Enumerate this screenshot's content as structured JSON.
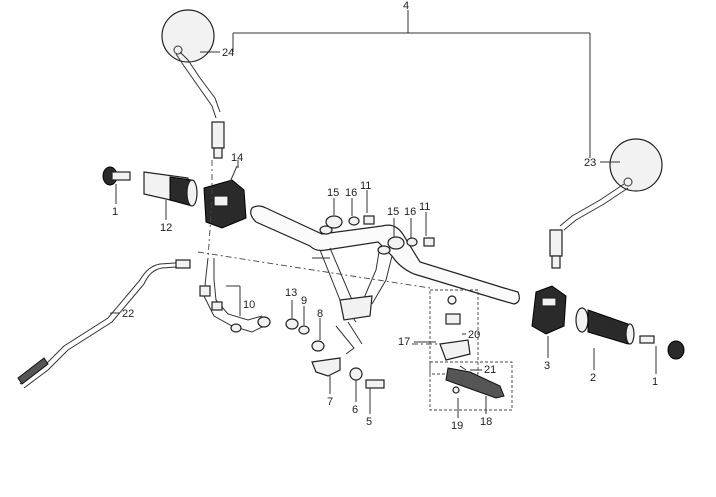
{
  "diagram": {
    "labels": [
      {
        "id": "p1-left",
        "text": "1"
      },
      {
        "id": "p1-right",
        "text": "1"
      },
      {
        "id": "p2",
        "text": "2"
      },
      {
        "id": "p3",
        "text": "3"
      },
      {
        "id": "p4",
        "text": "4"
      },
      {
        "id": "p5",
        "text": "5"
      },
      {
        "id": "p6",
        "text": "6"
      },
      {
        "id": "p7",
        "text": "7"
      },
      {
        "id": "p8",
        "text": "8"
      },
      {
        "id": "p9",
        "text": "9"
      },
      {
        "id": "p10",
        "text": "10"
      },
      {
        "id": "p11-a",
        "text": "11"
      },
      {
        "id": "p11-b",
        "text": "11"
      },
      {
        "id": "p12",
        "text": "12"
      },
      {
        "id": "p13",
        "text": "13"
      },
      {
        "id": "p14",
        "text": "14"
      },
      {
        "id": "p15-a",
        "text": "15"
      },
      {
        "id": "p15-b",
        "text": "15"
      },
      {
        "id": "p16-a",
        "text": "16"
      },
      {
        "id": "p16-b",
        "text": "16"
      },
      {
        "id": "p17",
        "text": "17"
      },
      {
        "id": "p18",
        "text": "18"
      },
      {
        "id": "p19",
        "text": "19"
      },
      {
        "id": "p20",
        "text": "20"
      },
      {
        "id": "p21",
        "text": "21"
      },
      {
        "id": "p22",
        "text": "22"
      },
      {
        "id": "p23",
        "text": "23"
      },
      {
        "id": "p24",
        "text": "24"
      }
    ]
  }
}
